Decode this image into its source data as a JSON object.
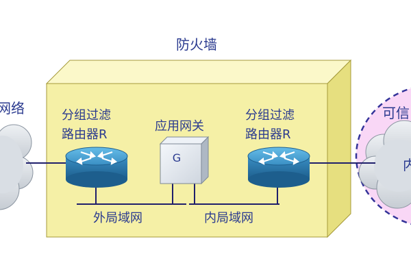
{
  "diagram": {
    "firewall_label": "防火墙",
    "left_network_label": "网络",
    "right_network_label": "可信",
    "right_cloud_letter": "内",
    "router_left_line1": "分组过滤",
    "router_left_line2": "路由器R",
    "router_right_line1": "分组过滤",
    "router_right_line2": "路由器R",
    "gateway_label": "应用网关",
    "gateway_letter": "G",
    "outer_lan_label": "外局域网",
    "inner_lan_label": "内局域网"
  },
  "colors": {
    "firewall_front": "#f5f0a6",
    "firewall_side": "#e6df7f",
    "firewall_top": "#fbf8c9",
    "label_text": "#2a3a8f",
    "router_body": "#2f7fb4",
    "router_top": "#4fa8d8",
    "cloud_fill": "#d7dde3",
    "trusted_zone_fill": "#f9d7f6",
    "trusted_zone_stroke": "#333399",
    "line_color": "#1f1f6b"
  }
}
